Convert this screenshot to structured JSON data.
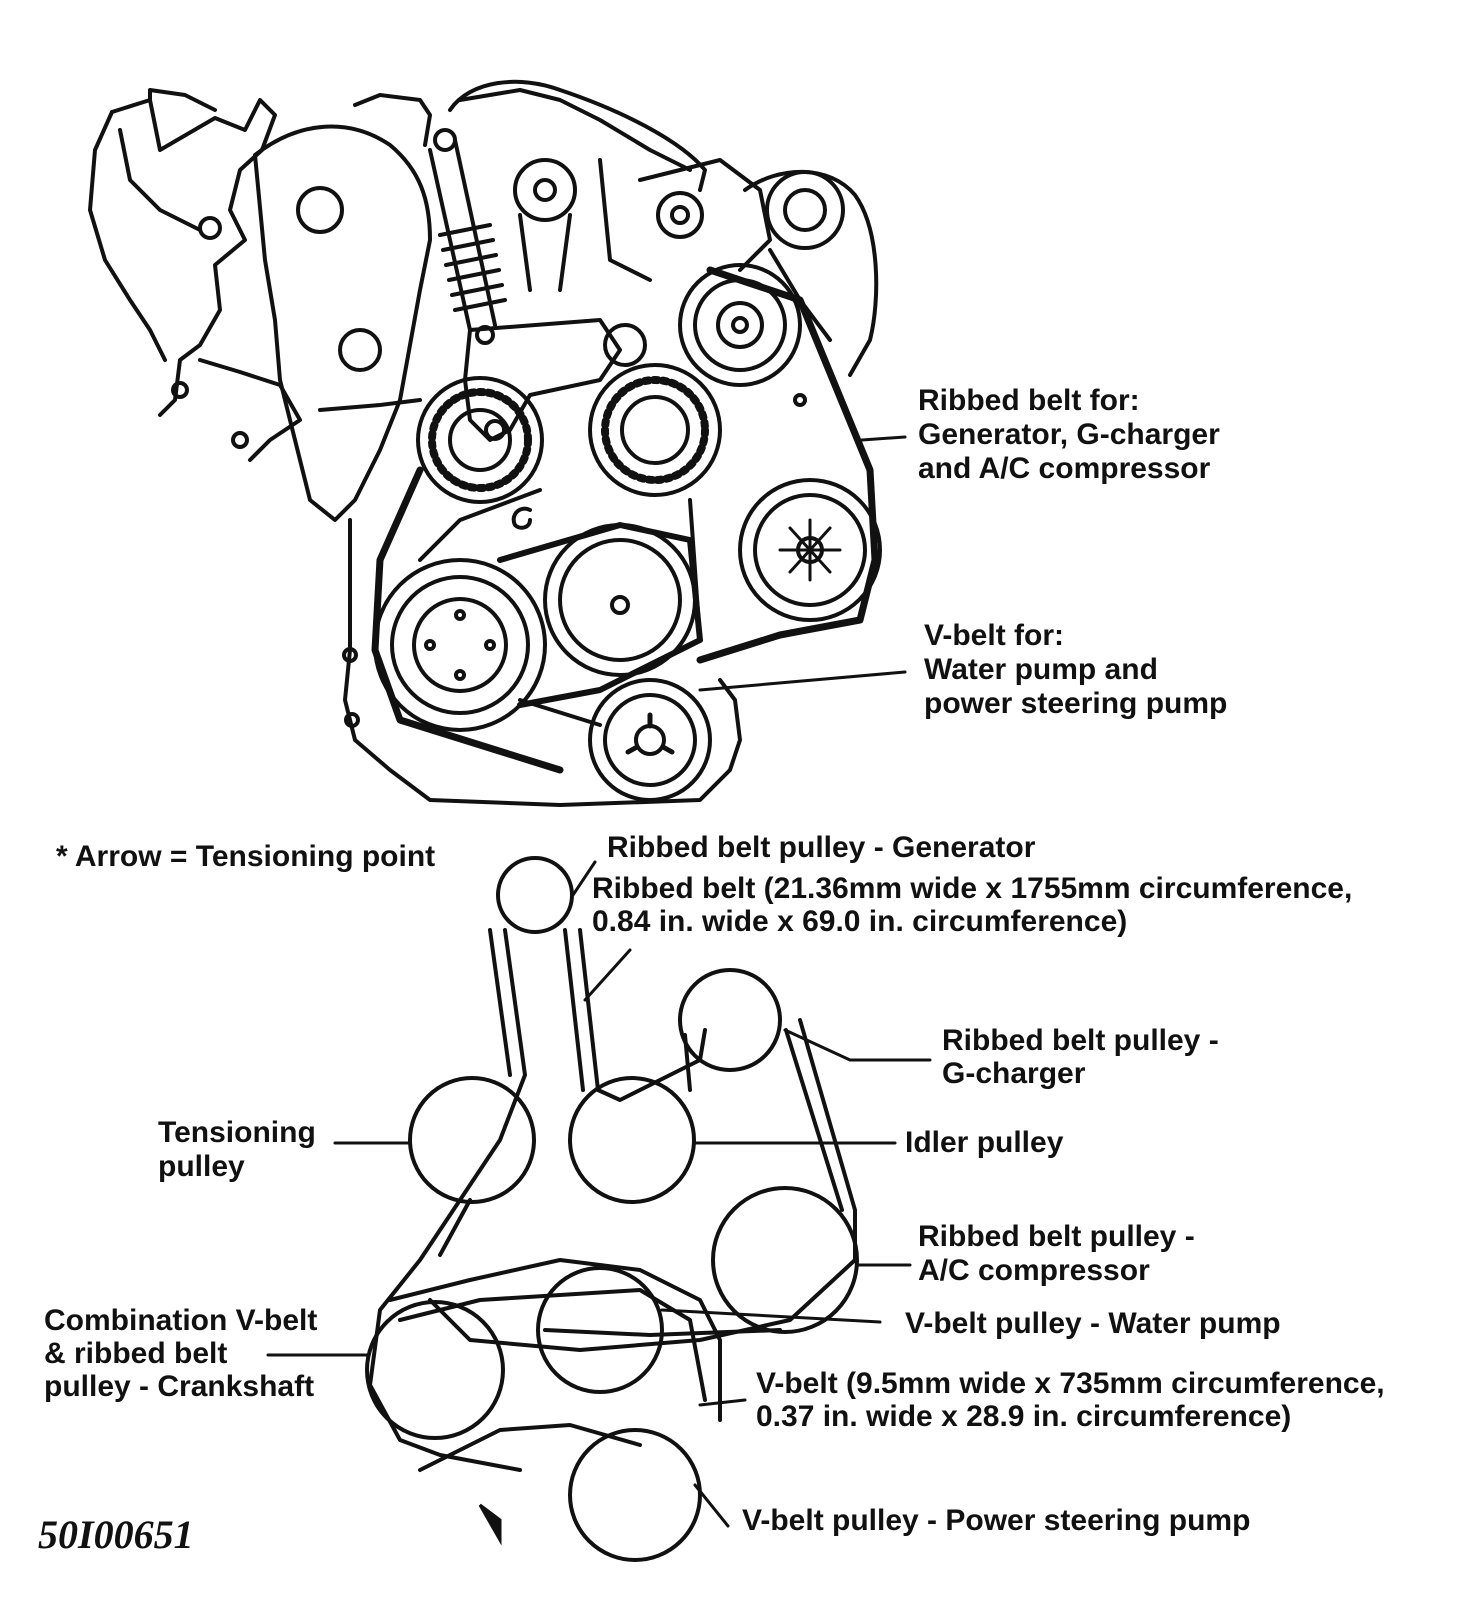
{
  "engine_labels": {
    "ribbed_belt": [
      "Ribbed belt for:",
      "Generator, G-charger",
      "and A/C compressor"
    ],
    "v_belt": [
      "V-belt for:",
      "Water pump and",
      "power steering pump"
    ]
  },
  "legend_note": "* Arrow = Tensioning point",
  "layout_labels": {
    "generator_pulley": [
      "Ribbed belt pulley - Generator"
    ],
    "ribbed_belt_spec": [
      "Ribbed belt (21.36mm wide x 1755mm circumference,",
      "0.84 in. wide x 69.0 in. circumference)"
    ],
    "gcharger_pulley": [
      "Ribbed belt pulley -",
      "G-charger"
    ],
    "tensioning_pulley": [
      "Tensioning",
      "pulley"
    ],
    "idler_pulley": [
      "Idler pulley"
    ],
    "ac_pulley": [
      "Ribbed belt pulley -",
      "A/C compressor"
    ],
    "water_pump_pulley": [
      "V-belt pulley - Water pump"
    ],
    "crankshaft_pulley": [
      "Combination V-belt",
      "& ribbed belt",
      "pulley - Crankshaft"
    ],
    "v_belt_spec": [
      "V-belt (9.5mm wide x 735mm circumference,",
      "0.37 in. wide x 28.9 in. circumference)"
    ],
    "ps_pump_pulley": [
      "V-belt pulley - Power steering pump"
    ]
  },
  "figure_code": "50I00651"
}
